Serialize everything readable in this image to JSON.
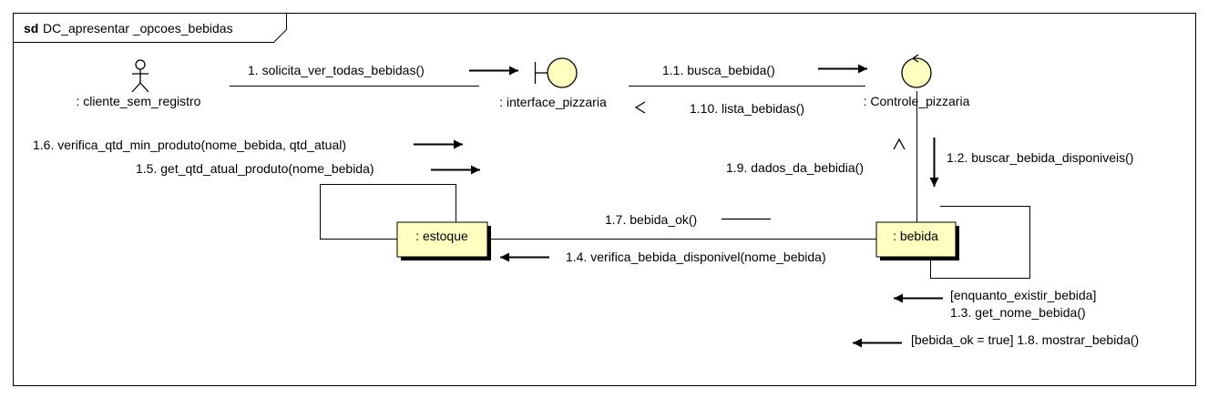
{
  "frame": {
    "keyword": "sd",
    "name": "DC_apresentar _opcoes_bebidas"
  },
  "colors": {
    "object_fill": "#ffffc0",
    "object_fill_light": "#ffffcc",
    "stroke": "#000000",
    "background": "#ffffff"
  },
  "participants": {
    "actor": {
      "label": ": cliente_sem_registro",
      "icon": "actor-icon"
    },
    "boundary": {
      "label": ": interface_pizzaria",
      "icon": "boundary-icon"
    },
    "control": {
      "label": ": Controle_pizzaria",
      "icon": "control-icon"
    },
    "estoque": {
      "label": ": estoque"
    },
    "bebida": {
      "label": ": bebida"
    }
  },
  "messages": {
    "m1": "1. solicita_ver_todas_bebidas()",
    "m1_1": "1.1. busca_bebida()",
    "m1_10": "1.10. lista_bebidas()",
    "m1_6": "1.6. verifica_qtd_min_produto(nome_bebida, qtd_atual)",
    "m1_5": "1.5. get_qtd_atual_produto(nome_bebida)",
    "m1_9": "1.9. dados_da_bebidia()",
    "m1_2": "1.2. buscar_bebida_disponiveis()",
    "m1_7": "1.7. bebida_ok()",
    "m1_4": "1.4. verifica_bebida_disponivel(nome_bebida)",
    "m1_3_guard": "[enquanto_existir_bebida]",
    "m1_3": "1.3. get_nome_bebida()",
    "m1_8": "[bebida_ok = true] 1.8. mostrar_bebida()"
  }
}
